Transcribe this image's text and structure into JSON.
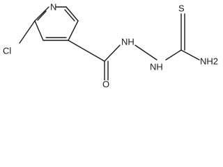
{
  "structure": {
    "atoms": {
      "ring_nitrogen": "N",
      "chlorine": "Cl",
      "carbonyl_oxygen": "O",
      "hydrazide_nh_1": "NH",
      "hydrazide_nh_2": "NH",
      "thione_sulfur": "S",
      "amine": "NH2"
    }
  }
}
